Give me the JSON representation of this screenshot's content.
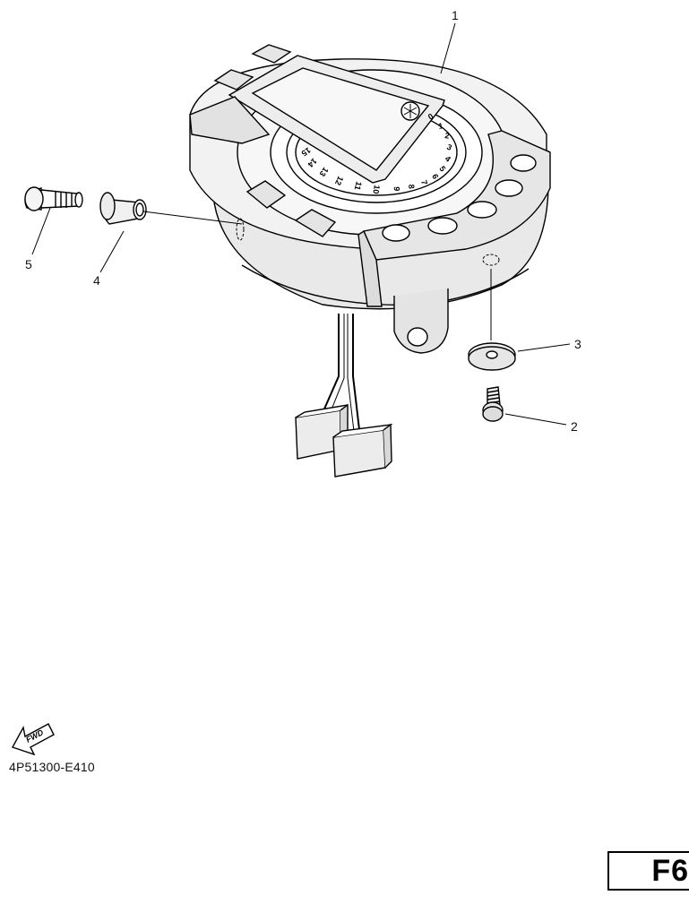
{
  "diagram": {
    "callouts": {
      "c1": "1",
      "c2": "2",
      "c3": "3",
      "c4": "4",
      "c5": "5"
    },
    "dial_numbers": [
      "0",
      "1",
      "2",
      "3",
      "4",
      "5",
      "6",
      "7",
      "8",
      "9",
      "10",
      "11",
      "12",
      "13",
      "14",
      "15"
    ],
    "fwd_label": "FWD",
    "drawing_code": "4P51300-E410",
    "page_label": "F6"
  },
  "colors": {
    "ink": "#000000",
    "body": "#e8e8e8",
    "background": "#ffffff"
  }
}
